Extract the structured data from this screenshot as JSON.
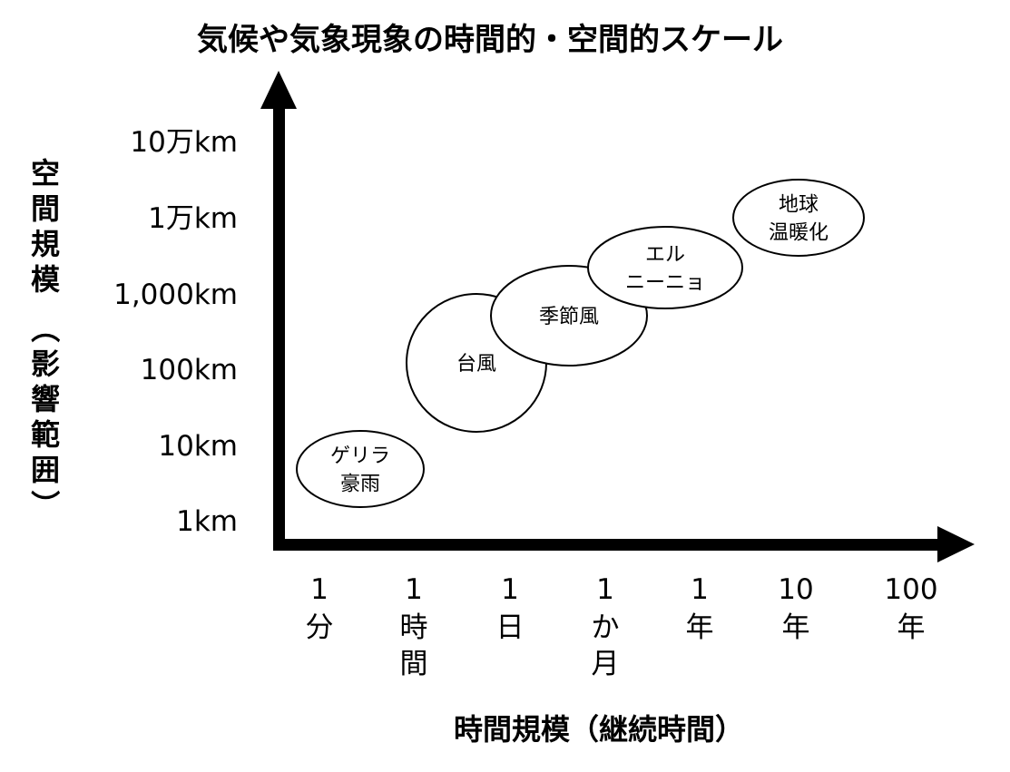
{
  "title": "気候や気象現象の時間的・空間的スケール",
  "y_axis": {
    "label_chars": [
      "空",
      "間",
      "規",
      "模",
      "（",
      "影",
      "響",
      "範",
      "囲",
      "）"
    ],
    "ticks": [
      "10万km",
      "1万km",
      "1,000km",
      "100km",
      "10km",
      "1km"
    ]
  },
  "x_axis": {
    "label": "時間規模（継続時間）",
    "ticks": [
      [
        "1",
        "分"
      ],
      [
        "1",
        "時",
        "間"
      ],
      [
        "1",
        "日"
      ],
      [
        "1",
        "か",
        "月"
      ],
      [
        "1",
        "年"
      ],
      [
        "10",
        "年"
      ],
      [
        "100",
        "年"
      ]
    ]
  },
  "phenomena": [
    {
      "lines": [
        "ゲリラ",
        "豪雨"
      ]
    },
    {
      "lines": [
        "台風"
      ]
    },
    {
      "lines": [
        "季節風"
      ]
    },
    {
      "lines": [
        "エル",
        "ニーニョ"
      ]
    },
    {
      "lines": [
        "地球",
        "温暖化"
      ]
    }
  ]
}
